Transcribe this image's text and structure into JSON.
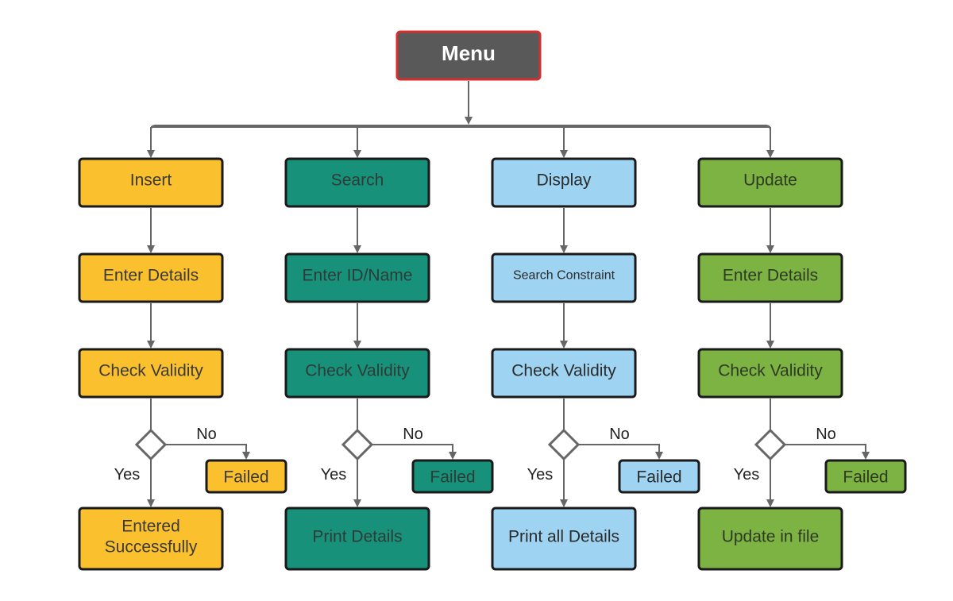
{
  "menu": {
    "label": "Menu",
    "fill": "#595959",
    "border": "#d32f2f",
    "text_color": "#ffffff"
  },
  "columns": [
    {
      "id": "insert",
      "fill": "#fbc02d",
      "text_color": "#3a3a3a",
      "title": "Insert",
      "step1": "Enter Details",
      "step2": "Check Validity",
      "no_label": "No",
      "yes_label": "Yes",
      "failed": "Failed",
      "result": [
        "Entered",
        "Successfully"
      ]
    },
    {
      "id": "search",
      "fill": "#17917a",
      "text_color": "#2f3b38",
      "title": "Search",
      "step1": "Enter ID/Name",
      "step2": "Check Validity",
      "no_label": "No",
      "yes_label": "Yes",
      "failed": "Failed",
      "result": [
        "Print Details"
      ]
    },
    {
      "id": "display",
      "fill": "#9fd3f2",
      "text_color": "#2b2b2b",
      "title": "Display",
      "step1": "Search Constraint",
      "step2": "Check Validity",
      "no_label": "No",
      "yes_label": "Yes",
      "failed": "Failed",
      "result": [
        "Print all Details"
      ]
    },
    {
      "id": "update",
      "fill": "#7cb342",
      "text_color": "#2f3a24",
      "title": "Update",
      "step1": "Enter Details",
      "step2": "Check Validity",
      "no_label": "No",
      "yes_label": "Yes",
      "failed": "Failed",
      "result": [
        "Update in file"
      ]
    }
  ],
  "colors": {
    "line": "#666666",
    "node_border": "#1a1a1a",
    "decision_fill": "#ffffff"
  }
}
